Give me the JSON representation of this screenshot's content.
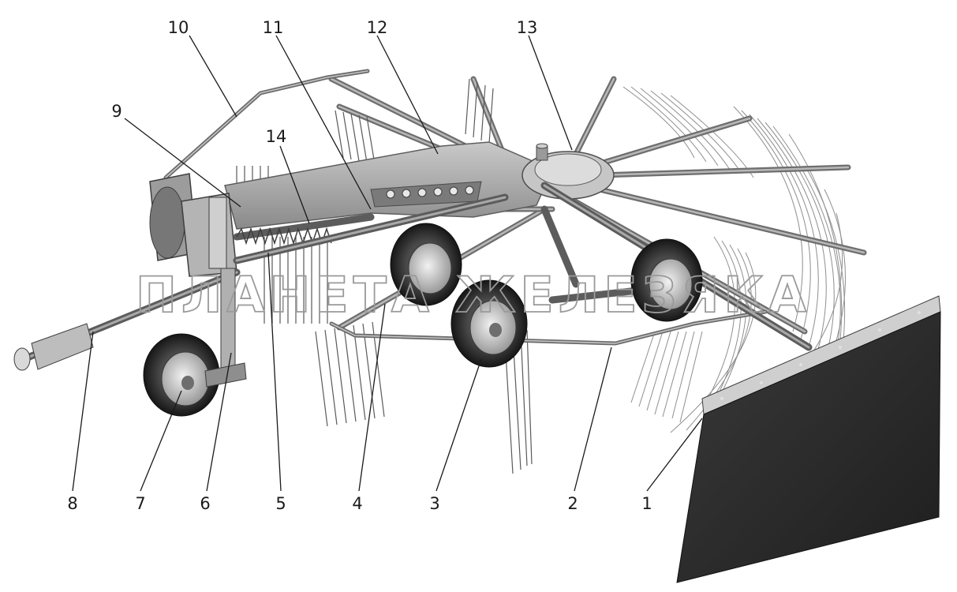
{
  "watermark": "ПЛАНЕТА ЖЕЛЕЗЯКА",
  "callouts": [
    {
      "id": "c1",
      "label": "1"
    },
    {
      "id": "c2",
      "label": "2"
    },
    {
      "id": "c3",
      "label": "3"
    },
    {
      "id": "c4",
      "label": "4"
    },
    {
      "id": "c5",
      "label": "5"
    },
    {
      "id": "c6",
      "label": "6"
    },
    {
      "id": "c7",
      "label": "7"
    },
    {
      "id": "c8",
      "label": "8"
    },
    {
      "id": "c9",
      "label": "9"
    },
    {
      "id": "c10",
      "label": "10"
    },
    {
      "id": "c11",
      "label": "11"
    },
    {
      "id": "c12",
      "label": "12"
    },
    {
      "id": "c13",
      "label": "13"
    },
    {
      "id": "c14",
      "label": "14"
    }
  ]
}
